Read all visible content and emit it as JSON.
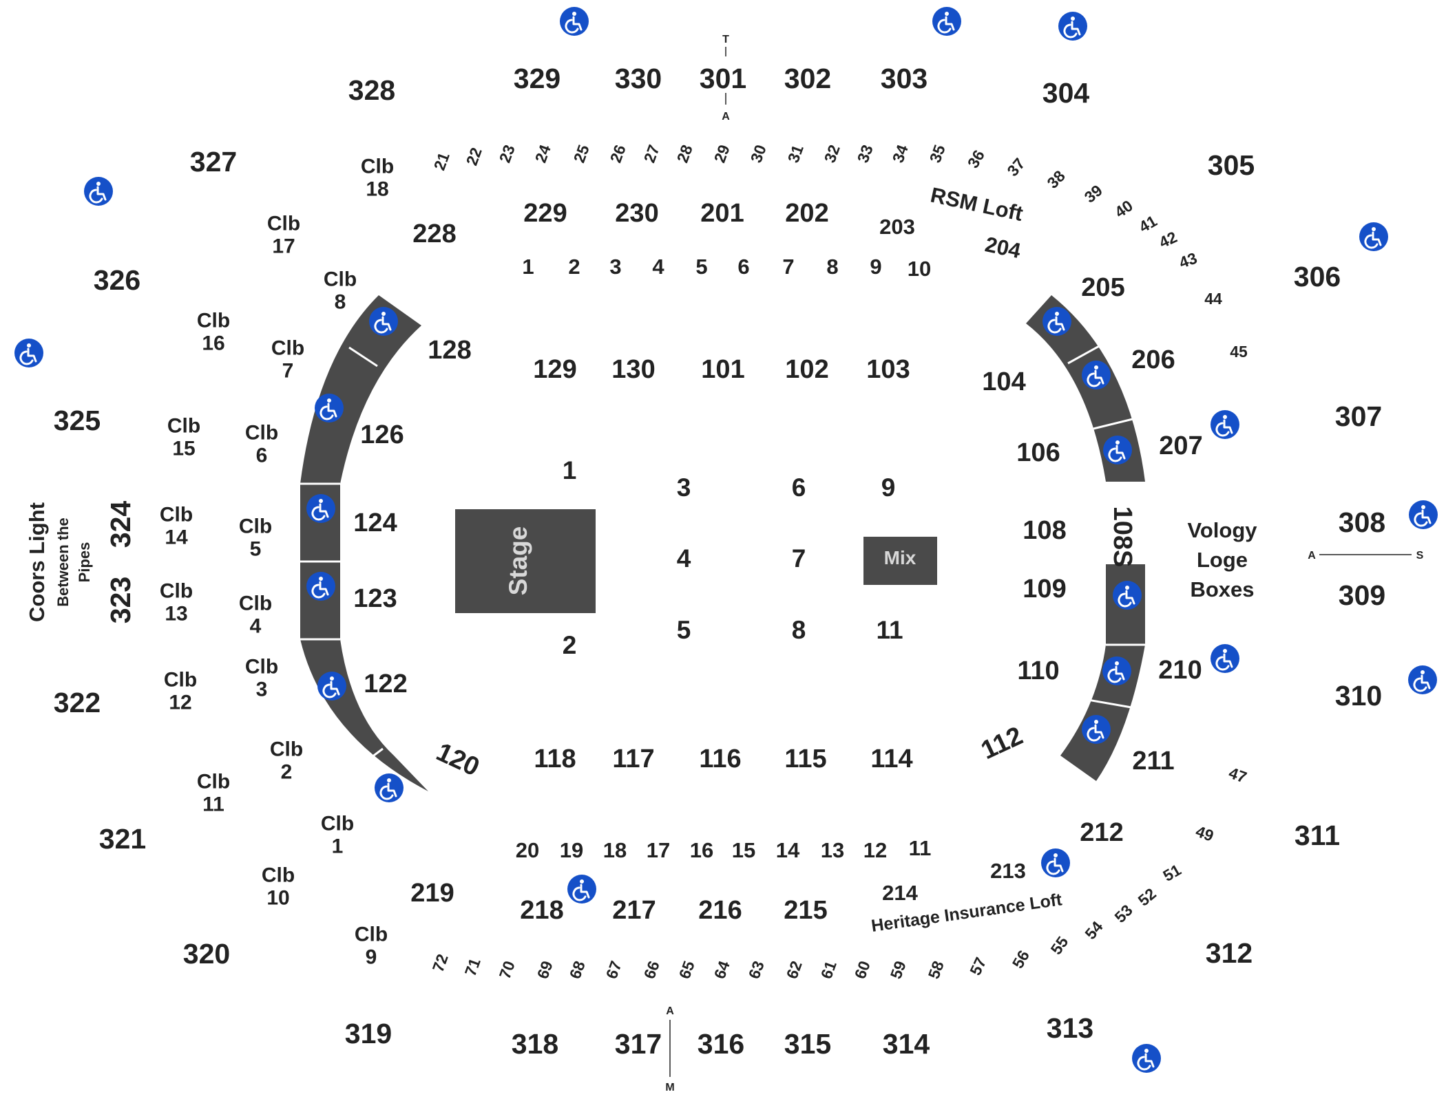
{
  "map": {
    "upper_sections": [
      "328",
      "329",
      "330",
      "301",
      "302",
      "303",
      "304",
      "327",
      "305",
      "326",
      "306",
      "325",
      "307",
      "324",
      "308",
      "323",
      "309",
      "322",
      "310",
      "321",
      "311",
      "320",
      "312",
      "319",
      "318",
      "317",
      "316",
      "315",
      "314",
      "313"
    ],
    "club_sections": [
      "Clb\n18",
      "Clb\n17",
      "Clb\n8",
      "Clb\n16",
      "Clb\n7",
      "Clb\n15",
      "Clb\n6",
      "Clb\n14",
      "Clb\n5",
      "Clb\n13",
      "Clb\n4",
      "Clb\n12",
      "Clb\n3",
      "Clb\n2",
      "Clb\n11",
      "Clb\n1",
      "Clb\n10",
      "Clb\n9"
    ],
    "mid_sections": [
      "229",
      "230",
      "201",
      "202",
      "203",
      "204",
      "228",
      "205",
      "206",
      "207",
      "210",
      "211",
      "212",
      "213",
      "214",
      "219",
      "218",
      "217",
      "216",
      "215"
    ],
    "lower_sections": [
      "128",
      "129",
      "130",
      "101",
      "102",
      "103",
      "104",
      "126",
      "106",
      "124",
      "108",
      "108S",
      "123",
      "109",
      "122",
      "110",
      "120",
      "112",
      "118",
      "117",
      "116",
      "115",
      "114"
    ],
    "top_rows": [
      "21",
      "22",
      "23",
      "24",
      "25",
      "26",
      "27",
      "28",
      "29",
      "30",
      "31",
      "32",
      "33",
      "34",
      "35",
      "36",
      "37",
      "38",
      "39",
      "40",
      "41",
      "42",
      "43",
      "44",
      "45"
    ],
    "bottom_rows": [
      "72",
      "71",
      "70",
      "69",
      "68",
      "67",
      "66",
      "65",
      "64",
      "63",
      "62",
      "61",
      "60",
      "59",
      "58",
      "57",
      "56",
      "55",
      "54",
      "53",
      "52",
      "51",
      "49",
      "47"
    ],
    "upper_row_numbers": [
      "1",
      "2",
      "3",
      "4",
      "5",
      "6",
      "7",
      "8",
      "9",
      "10"
    ],
    "lower_row_numbers": [
      "20",
      "19",
      "18",
      "17",
      "16",
      "15",
      "14",
      "13",
      "12",
      "11"
    ],
    "floor_sections": [
      "1",
      "2",
      "3",
      "4",
      "5",
      "6",
      "7",
      "8",
      "9",
      "11"
    ],
    "labels": {
      "stage": "Stage",
      "mix": "Mix",
      "rsm_loft": "RSM Loft",
      "heritage_loft": "Heritage Insurance Loft",
      "vology": [
        "Vology",
        "Loge",
        "Boxes"
      ],
      "coors": [
        "Coors Light",
        "Between the",
        "Pipes"
      ]
    },
    "markers": {
      "top_t": "T",
      "top_a": "A",
      "bottom_a": "A",
      "bottom_m": "M",
      "right_a": "A",
      "right_s": "S"
    },
    "wheelchair_count": 23,
    "colors": {
      "band": "#4a4a4a",
      "stage": "#4a4a4a",
      "wheelchair": "#1550c8",
      "text": "#222222"
    },
    "icons": [
      "wheelchair-accessible-icon"
    ]
  }
}
